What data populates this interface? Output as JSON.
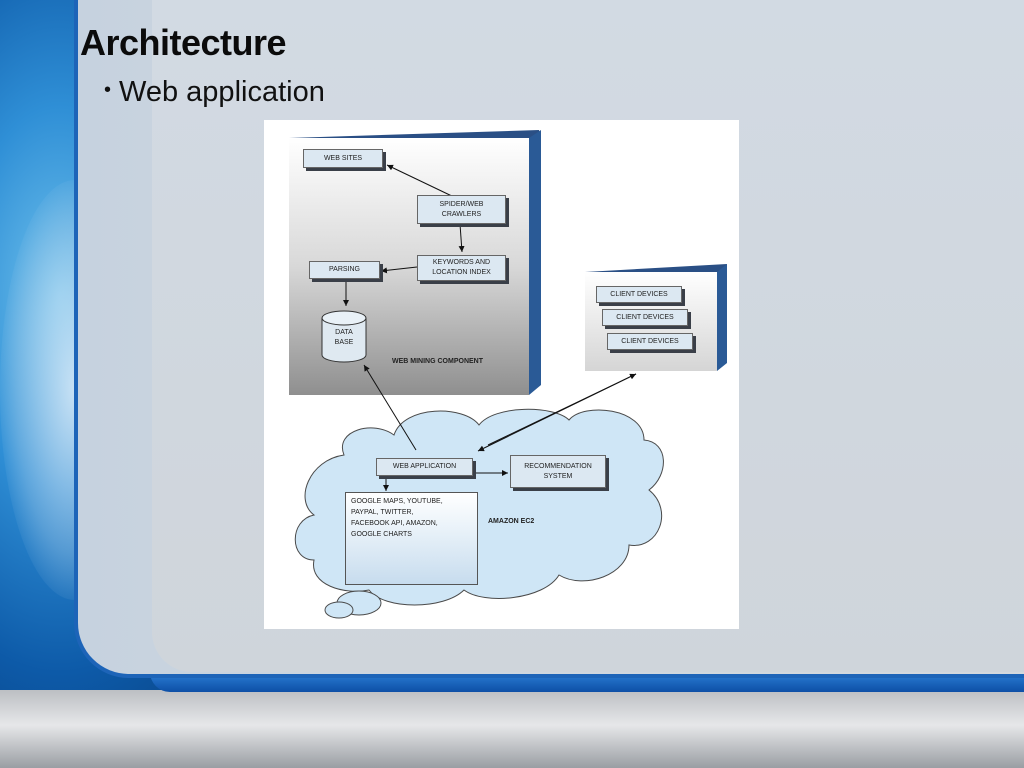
{
  "slide": {
    "title": "Architecture",
    "bullet": "Web application"
  },
  "diagram": {
    "web_sites": "WEB SITES",
    "spider": "SPIDER/WEB\nCRAWLERS",
    "keywords": "KEYWORDS AND\nLOCATION INDEX",
    "parsing": "PARSING",
    "database": "DATA\nBASE",
    "web_mining_label": "WEB MINING COMPONENT",
    "client_devices": [
      "CLIENT DEVICES",
      "CLIENT DEVICES",
      "CLIENT DEVICES"
    ],
    "web_application": "WEB APPLICATION",
    "recommendation": "RECOMMENDATION\nSYSTEM",
    "apis": "GOOGLE MAPS, YOUTUBE,\nPAYPAL, TWITTER,\nFACEBOOK API, AMAZON,\nGOOGLE CHARTS",
    "amazon_label": "AMAZON EC2"
  },
  "colors": {
    "accent_blue": "#1d64b8",
    "box_fill": "#dce8f2",
    "cloud_fill": "#cfe6f6"
  }
}
